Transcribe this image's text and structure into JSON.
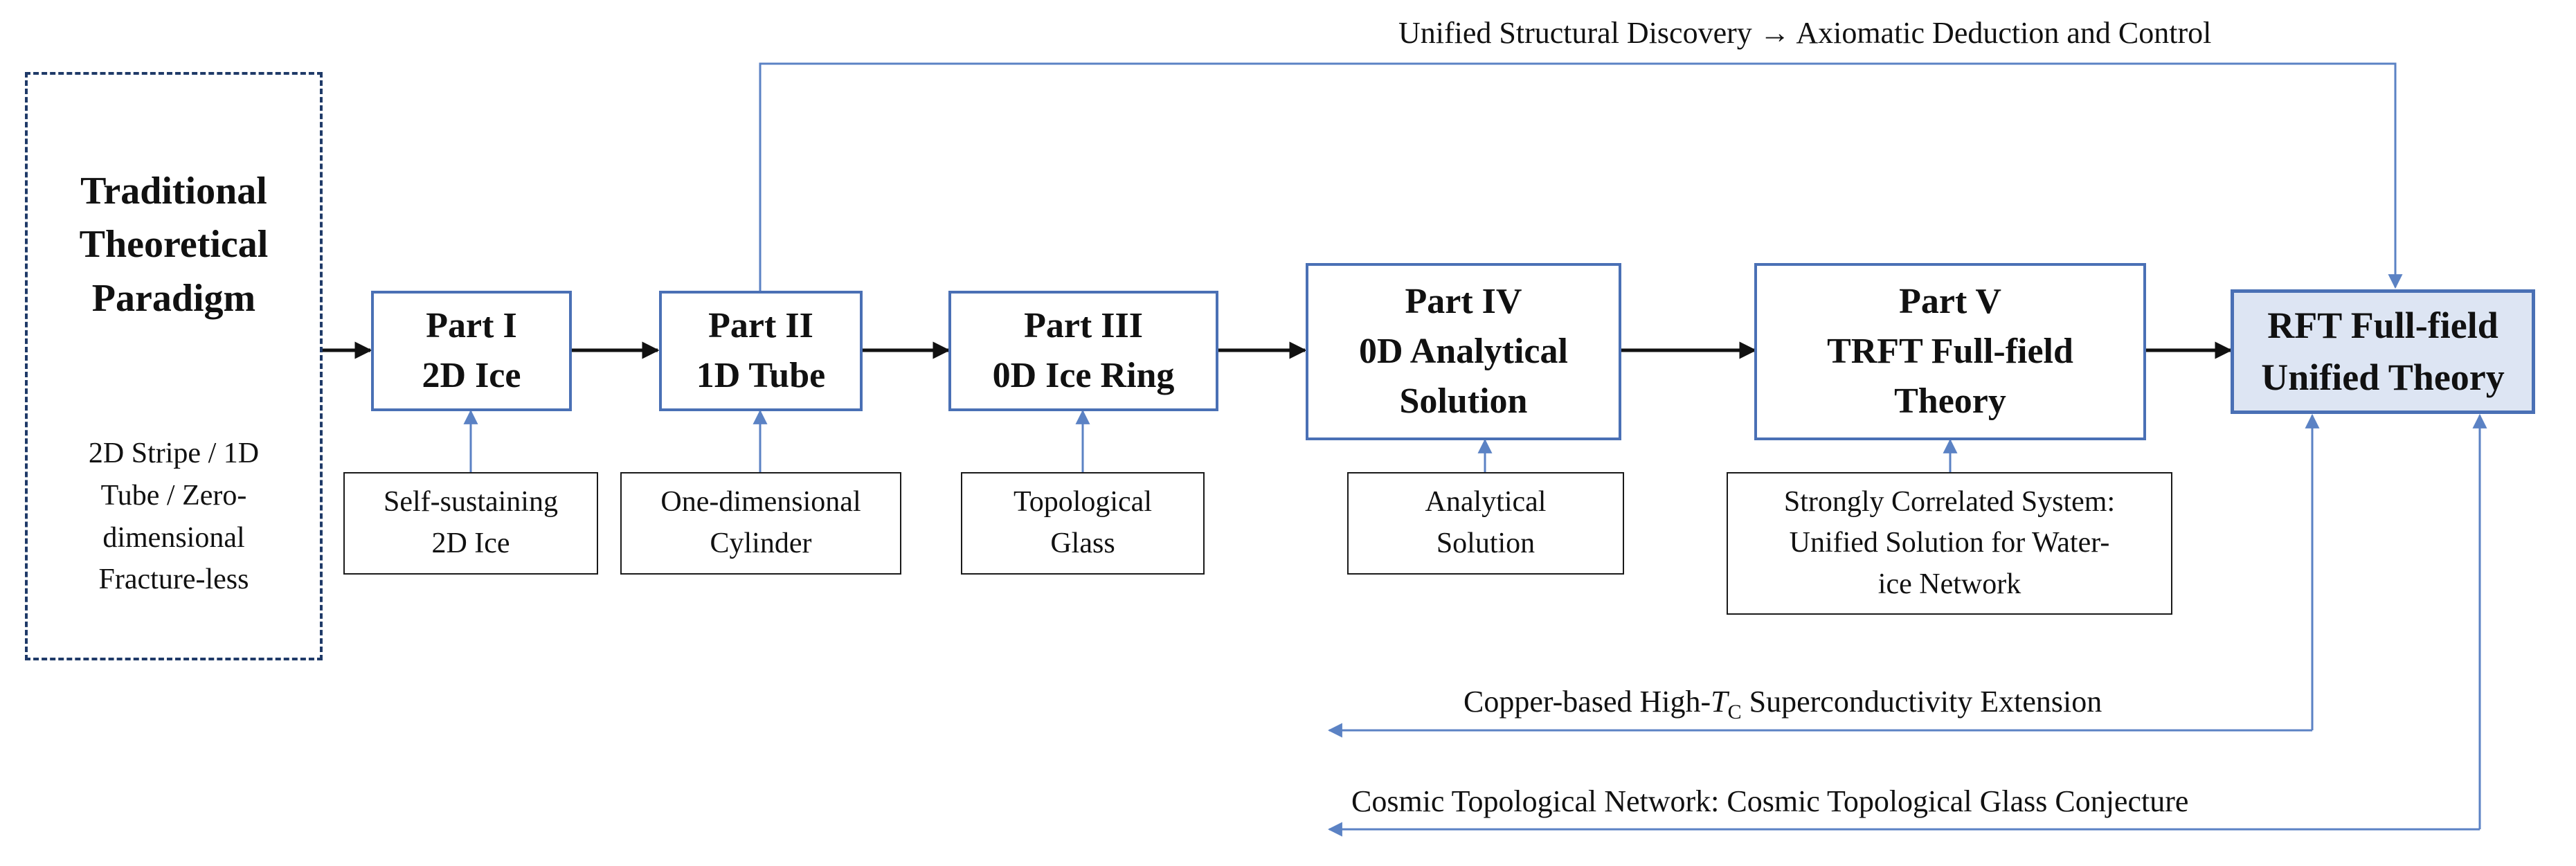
{
  "top_label": "Unified Structural Discovery → Axiomatic Deduction and Control",
  "paradigm": {
    "title_lines": [
      "Traditional",
      "Theoretical",
      "Paradigm"
    ],
    "body_lines": [
      "2D Stripe / 1D",
      "Tube / Zero-",
      "dimensional",
      "Fracture-less"
    ]
  },
  "stages": [
    {
      "lines": [
        "Part I",
        "2D Ice"
      ]
    },
    {
      "lines": [
        "Part II",
        "1D Tube"
      ]
    },
    {
      "lines": [
        "Part III",
        "0D Ice Ring"
      ]
    },
    {
      "lines": [
        "Part IV",
        "0D Analytical",
        "Solution"
      ]
    },
    {
      "lines": [
        "Part V",
        "TRFT Full-field",
        "Theory"
      ]
    },
    {
      "lines": [
        "RFT Full-field",
        "Unified Theory"
      ]
    }
  ],
  "inputs": [
    {
      "lines": [
        "Self-sustaining",
        "2D Ice"
      ]
    },
    {
      "lines": [
        "One-dimensional",
        "Cylinder"
      ]
    },
    {
      "lines": [
        "Topological",
        "Glass"
      ]
    },
    {
      "lines": [
        "Analytical",
        "Solution"
      ]
    },
    {
      "lines": [
        "Strongly Correlated System:",
        "Unified Solution for Water-",
        "ice Network"
      ]
    }
  ],
  "extensions": [
    {
      "prefix": "Copper-based High-",
      "symbol": "T",
      "subscript": "C",
      "suffix": " Superconductivity Extension"
    },
    {
      "text": "Cosmic Topological Network: Cosmic Topological Glass Conjecture"
    }
  ],
  "colors": {
    "stage_border": "#4a70b5",
    "final_fill": "#dde5f3",
    "connector_blue": "#5b82c4",
    "dash_border": "#1f3a68",
    "arrow_black": "#111111"
  }
}
